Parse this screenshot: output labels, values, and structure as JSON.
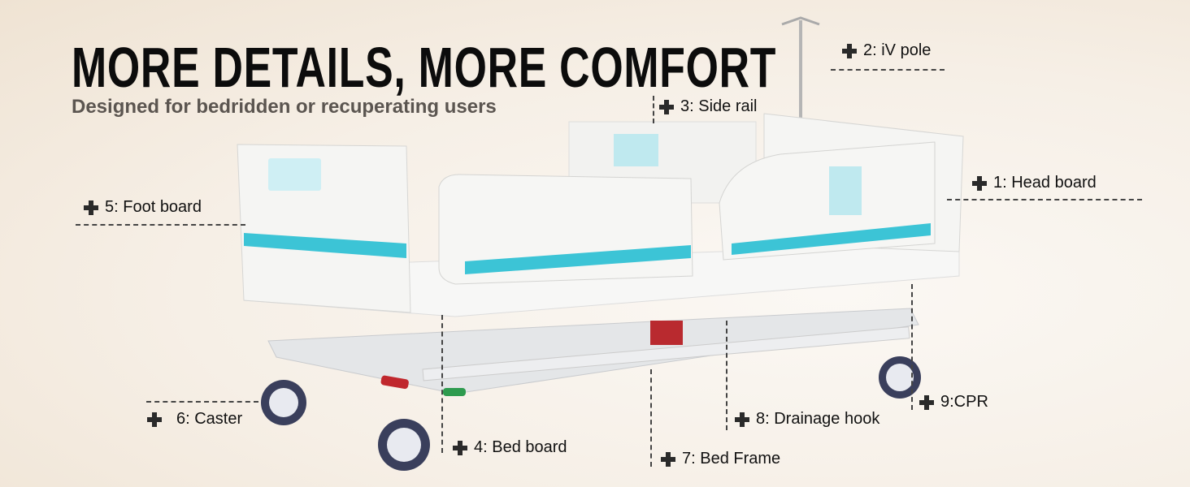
{
  "header": {
    "title": "MORE DETAILS, MORE COMFORT",
    "subtitle": "Designed for bedridden or recuperating users"
  },
  "labels": [
    {
      "text": "1: Head board"
    },
    {
      "text": "2: iV pole"
    },
    {
      "text": "3: Side rail"
    },
    {
      "text": "4: Bed board"
    },
    {
      "text": "5: Foot board"
    },
    {
      "text": "6: Caster"
    },
    {
      "text": "7: Bed Frame"
    },
    {
      "text": "8: Drainage hook"
    },
    {
      "text": "9:CPR"
    }
  ],
  "colors": {
    "accent": "#3cc4d6",
    "plastic": "#f4f4f2",
    "frame": "#e6e8ea",
    "handle_red": "#c0272d",
    "handle_green": "#2e9b4f"
  }
}
